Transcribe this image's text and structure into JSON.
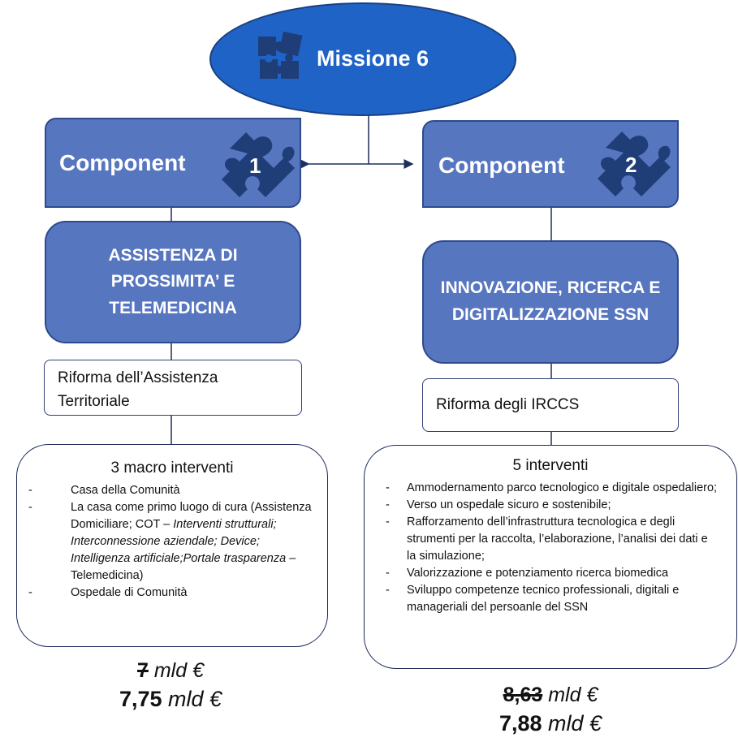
{
  "mission": {
    "title": "Missione 6"
  },
  "components": [
    {
      "label": "Component",
      "number": "1",
      "theme": "ASSISTENZA DI PROSSIMITA’ E TELEMEDICINA",
      "reform": "Riforma dell’Assistenza Territoriale",
      "interventions_title": "3 macro interventi",
      "interventions": [
        "Casa della Comunità",
        "La casa come primo luogo di cura (Assistenza Domiciliare; COT – Interventi strutturali; Interconnessione aziendale; Device; Intelligenza artificiale;Portale trasparenza – Telemedicina)",
        "Ospedale di Comunità"
      ],
      "amount_old": {
        "value": "7",
        "unit": "mld €"
      },
      "amount_new": {
        "value": "7,75",
        "unit": "mld €"
      }
    },
    {
      "label": "Component",
      "number": "2",
      "theme": "INNOVAZIONE, RICERCA E DIGITALIZZAZIONE SSN",
      "reform": "Riforma degli IRCCS",
      "interventions_title": "5 interventi",
      "interventions": [
        "Ammodernamento parco tecnologico e digitale ospedaliero;",
        "Verso un ospedale sicuro e sostenibile;",
        "Rafforzamento dell’infrastruttura tecnologica e degli strumenti per la raccolta, l’elaborazione, l’analisi dei dati e la simulazione;",
        "Valorizzazione e potenziamento ricerca biomedica",
        "Sviluppo competenze tecnico professionali, digitali e manageriali del persoanle del SSN"
      ],
      "amount_old": {
        "value": "8,63",
        "unit": "mld €"
      },
      "amount_new": {
        "value": "7,88",
        "unit": "mld €"
      }
    }
  ],
  "c1_item2_parts": {
    "a": "La casa come primo luogo di cura (Assistenza Domiciliare; COT –",
    "b": "Interventi strutturali; Interconnessione aziendale; Device; Intelligenza artificiale;Portale trasparenza",
    "c": "– Telemedicina)"
  },
  "colors": {
    "mission_fill": "#1f63c6",
    "box_fill": "#5776c0",
    "border": "#2e4a8c",
    "icon": "#1f3e78"
  },
  "icons": [
    "puzzle-icon"
  ]
}
